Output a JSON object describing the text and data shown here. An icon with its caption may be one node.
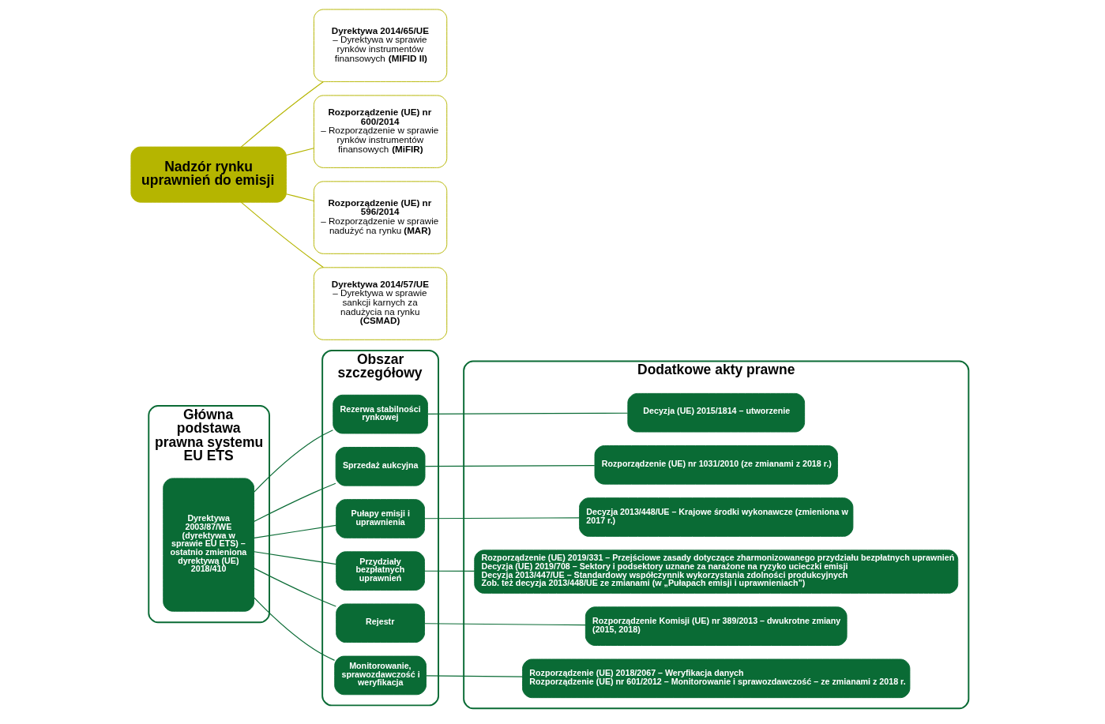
{
  "diagram": {
    "nodes": [
      {
        "text": [
          "Główna podstawa prawna systemu EU ETS"
        ]
      },
      {
        "text": [
          "Dyrektywa 2003/87/WE (dyrektywa w sprawie EU ETS) – ostatnio zmieniona dyrektywą (UE) 2018/410"
        ],
        "in": 0
      },
      {
        "text": [
          "Obszar szczegółowy"
        ]
      },
      {
        "text": [
          "Rezerwa stabilności rynkowej"
        ],
        "in": 2
      },
      {
        "text": [
          "Sprzedaż aukcyjna"
        ],
        "in": 2
      },
      {
        "text": [
          "Pułapy emisji i uprawnienia"
        ],
        "in": 2
      },
      {
        "text": [
          "Przydziały bezpłatnych uprawnień"
        ],
        "in": 2
      },
      {
        "text": [
          "Rejestr"
        ],
        "in": 2
      },
      {
        "text": [
          "Monitorowanie, sprawozdawczość i weryfikacja"
        ],
        "in": 2
      },
      {
        "text": [
          "Dodatkowe akty prawne"
        ]
      },
      {
        "text": [
          "Decyzja (UE) 2015/1814 – utworzenie"
        ],
        "in": 9
      },
      {
        "text": [
          "Rozporządzenie (UE) nr 1031/2010 (ze zmianami z 2018 r.)"
        ],
        "in": 9
      },
      {
        "text": [
          "Decyzja 2013/448/UE – Krajowe środki wykonawcze (zmieniona w 2017 r.)"
        ],
        "in": 9
      },
      {
        "text": [
          "Rozporządzenie (UE) 2019/331 – Przejściowe zasady dotyczące zharmonizowanego przydziału bezpłatnych uprawnień",
          "Decyzja (UE) 2019/708 – Sektory i podsektory uznane za narażone na ryzyko ucieczki emisji",
          "Decyzja 2013/447/UE – Standardowy współczynnik wykorzystania zdolności produkcyjnych",
          "Zob. też decyzja 2013/448/UE ze zmianami (w „Pułapach emisji i uprawnieniach”)"
        ],
        "in": 9
      },
      {
        "text": [
          "Rozporządzenie Komisji (UE) nr 389/2013 – dwukrotne zmiany (2015, 2018)"
        ],
        "in": 9
      },
      {
        "text": [
          "Rozporządzenie (UE) 2018/2067 – Weryfikacja danych",
          "Rozporządzenie (UE) nr 601/2012 – Monitorowanie i sprawozdawczość – ze zmianami z 2018 r."
        ],
        "in": 9
      },
      {
        "text": [
          "Nadzór rynku uprawnień do emisji"
        ]
      },
      {
        "text": [
          "Dyrektywa 2014/65/UE",
          "– Dyrektywa w sprawie rynków instrumentów finansowych **(MIFID II)**"
        ]
      },
      {
        "text": [
          "Rozporządzenie (UE) nr 600/2014",
          "– Rozporządzenie w sprawie rynków instrumentów finansowych **(MiFIR)**"
        ]
      },
      {
        "text": [
          "Rozporządzenie (UE) nr 596/2014",
          "– Rozporządzenie w sprawie nadużyć na rynku **(MAR)**"
        ]
      },
      {
        "text": [
          "Dyrektywa 2014/57/UE",
          "– Dyrektywa w sprawie sankcji karnych za nadużycia na rynku **(CSMAD)**"
        ]
      }
    ],
    "edges": [
      {
        "from": 1,
        "to": 3,
        "arrow": "none"
      },
      {
        "from": 1,
        "to": 4,
        "arrow": "none"
      },
      {
        "from": 1,
        "to": 5,
        "arrow": "none"
      },
      {
        "from": 1,
        "to": 6,
        "arrow": "none"
      },
      {
        "from": 1,
        "to": 7,
        "arrow": "none"
      },
      {
        "from": 1,
        "to": 8,
        "arrow": "none"
      },
      {
        "from": 3,
        "to": 10,
        "arrow": "none"
      },
      {
        "from": 4,
        "to": 11,
        "arrow": "none"
      },
      {
        "from": 5,
        "to": 12,
        "arrow": "none"
      },
      {
        "from": 6,
        "to": 13,
        "arrow": "none"
      },
      {
        "from": 7,
        "to": 14,
        "arrow": "none"
      },
      {
        "from": 8,
        "to": 15,
        "arrow": "none"
      },
      {
        "from": 16,
        "to": 17,
        "arrow": "none",
        "color": "#b5b500"
      },
      {
        "from": 16,
        "to": 18,
        "arrow": "none",
        "color": "#b5b500"
      },
      {
        "from": 16,
        "to": 19,
        "arrow": "none",
        "color": "#b5b500"
      },
      {
        "from": 16,
        "to": 20,
        "arrow": "none",
        "color": "#b5b500"
      }
    ]
  }
}
